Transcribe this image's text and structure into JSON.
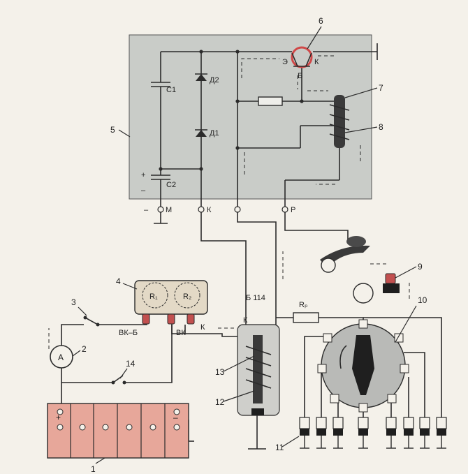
{
  "callouts": [
    "1",
    "2",
    "3",
    "4",
    "5",
    "6",
    "7",
    "8",
    "9",
    "10",
    "11",
    "12",
    "13",
    "14"
  ],
  "module_labels": {
    "c1": "C1",
    "c2": "C2",
    "d1": "Д1",
    "d2": "Д2",
    "emitter": "Э",
    "collector": "К",
    "base": "Б",
    "t_m": "М",
    "t_k": "К",
    "t_p": "Р"
  },
  "circuit_labels": {
    "r1": "R₁",
    "r2": "R₂",
    "rp": "Rₚ",
    "vk_b": "ВК–Б",
    "vk": "ВК",
    "k_arrow": "К",
    "k_coil": "К",
    "b114": "Б 114"
  },
  "symbols": {
    "ammeter": "A",
    "plus": "+",
    "minus": "–"
  },
  "colors": {
    "module_fill": "#c9ccc8",
    "battery_fill": "#e7a79a",
    "resistor_fill": "#e3d9c6",
    "distributor_fill": "#b9bab7",
    "rotor_fill": "#1f1f1f",
    "coil_fill": "#cfcfcb",
    "transistor_ring": "#d04848",
    "terminal_red": "#c2504f"
  }
}
